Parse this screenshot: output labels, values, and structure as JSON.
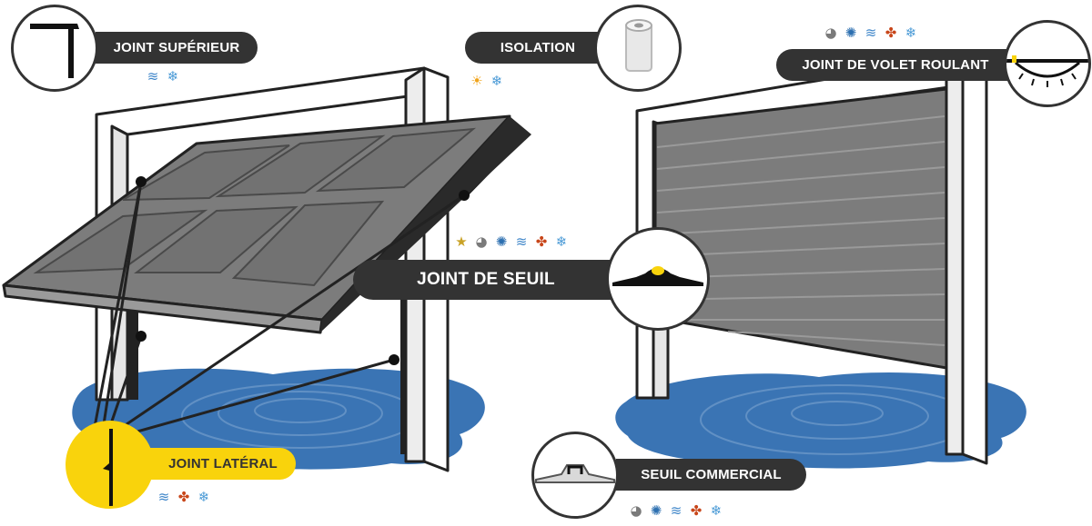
{
  "labels": {
    "joint_superieur": "JOINT SUPÉRIEUR",
    "isolation": "ISOLATION",
    "joint_volet_roulant": "JOINT DE VOLET ROULANT",
    "joint_de_seuil": "JOINT DE SEUIL",
    "joint_lateral": "JOINT LATÉRAL",
    "seuil_commercial": "SEUIL COMMERCIAL"
  },
  "icon_groups": {
    "joint_superieur": [
      "wind-icon",
      "snowflake-icon"
    ],
    "isolation": [
      "sun-icon",
      "snowflake-icon"
    ],
    "joint_volet_roulant": [
      "mouse-icon",
      "water-splash-icon",
      "wind-icon",
      "leaf-icon",
      "snowflake-icon"
    ],
    "joint_de_seuil": [
      "star-icon",
      "mouse-icon",
      "water-splash-icon",
      "wind-icon",
      "leaf-icon",
      "snowflake-icon"
    ],
    "joint_lateral": [
      "wind-icon",
      "leaf-icon",
      "snowflake-icon"
    ],
    "seuil_commercial": [
      "mouse-icon",
      "water-splash-icon",
      "wind-icon",
      "leaf-icon",
      "snowflake-icon"
    ]
  },
  "icon_glyphs": {
    "star-icon": "★",
    "mouse-icon": "◕",
    "water-splash-icon": "✺",
    "wind-icon": "≋",
    "leaf-icon": "✤",
    "snowflake-icon": "❄",
    "sun-icon": "☀"
  },
  "colors": {
    "label_bg": "#333333",
    "accent_yellow": "#f9d30c",
    "water": "#3a74b4",
    "door_panel": "#7a7a7a"
  }
}
